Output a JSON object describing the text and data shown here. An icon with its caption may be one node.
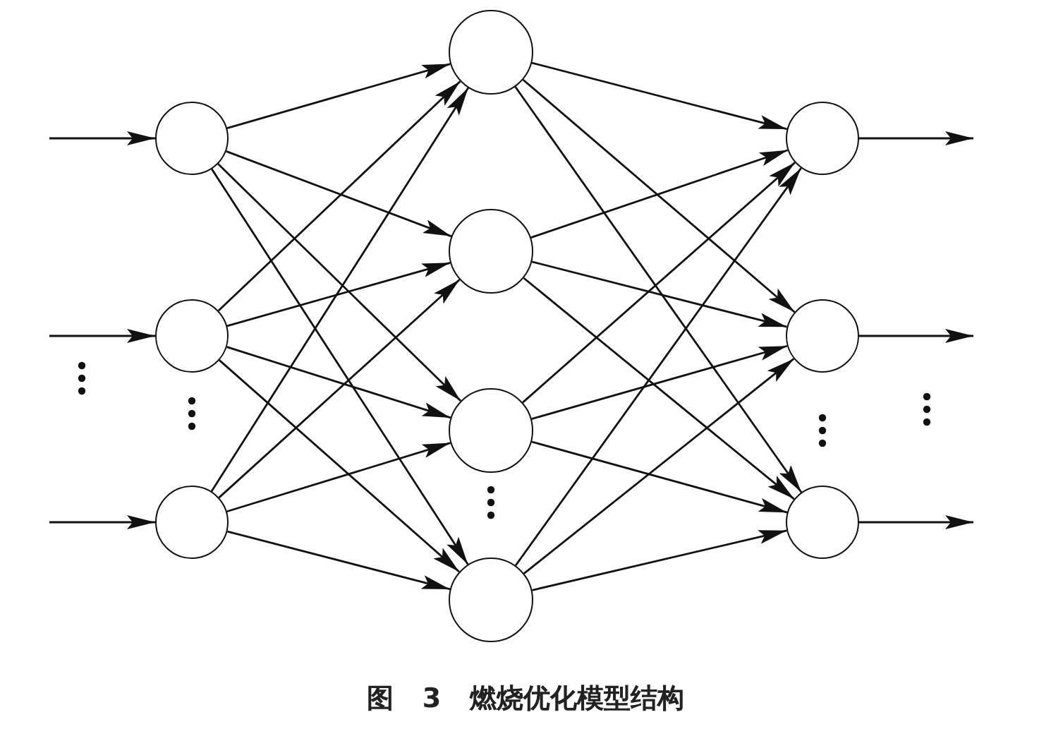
{
  "diagram": {
    "caption": "图 3 燃烧优化模型结构",
    "nodes": [
      {
        "text": [],
        "shape": "circle"
      },
      {
        "text": [],
        "shape": "circle"
      },
      {
        "text": [],
        "shape": "circle"
      },
      {
        "text": [],
        "shape": "circle"
      },
      {
        "text": [],
        "shape": "circle"
      },
      {
        "text": [],
        "shape": "circle"
      },
      {
        "text": [],
        "shape": "circle"
      },
      {
        "text": [],
        "shape": "circle"
      },
      {
        "text": [],
        "shape": "circle"
      },
      {
        "text": [],
        "shape": "circle"
      }
    ],
    "edges": [
      {
        "from": null,
        "to": 0,
        "arrow": "to"
      },
      {
        "from": null,
        "to": 1,
        "arrow": "to"
      },
      {
        "from": null,
        "to": 2,
        "arrow": "to"
      },
      {
        "from": 0,
        "to": 3,
        "arrow": "to"
      },
      {
        "from": 0,
        "to": 4,
        "arrow": "to"
      },
      {
        "from": 0,
        "to": 5,
        "arrow": "to"
      },
      {
        "from": 0,
        "to": 6,
        "arrow": "to"
      },
      {
        "from": 1,
        "to": 3,
        "arrow": "to"
      },
      {
        "from": 1,
        "to": 4,
        "arrow": "to"
      },
      {
        "from": 1,
        "to": 5,
        "arrow": "to"
      },
      {
        "from": 1,
        "to": 6,
        "arrow": "to"
      },
      {
        "from": 2,
        "to": 3,
        "arrow": "to"
      },
      {
        "from": 2,
        "to": 4,
        "arrow": "to"
      },
      {
        "from": 2,
        "to": 5,
        "arrow": "to"
      },
      {
        "from": 2,
        "to": 6,
        "arrow": "to"
      },
      {
        "from": 3,
        "to": 7,
        "arrow": "to"
      },
      {
        "from": 3,
        "to": 8,
        "arrow": "to"
      },
      {
        "from": 3,
        "to": 9,
        "arrow": "to"
      },
      {
        "from": 4,
        "to": 7,
        "arrow": "to"
      },
      {
        "from": 4,
        "to": 8,
        "arrow": "to"
      },
      {
        "from": 4,
        "to": 9,
        "arrow": "to"
      },
      {
        "from": 5,
        "to": 7,
        "arrow": "to"
      },
      {
        "from": 5,
        "to": 8,
        "arrow": "to"
      },
      {
        "from": 5,
        "to": 9,
        "arrow": "to"
      },
      {
        "from": 6,
        "to": 7,
        "arrow": "to"
      },
      {
        "from": 6,
        "to": 8,
        "arrow": "to"
      },
      {
        "from": 6,
        "to": 9,
        "arrow": "to"
      },
      {
        "from": 7,
        "to": null,
        "arrow": "to"
      },
      {
        "from": 8,
        "to": null,
        "arrow": "to"
      },
      {
        "from": 9,
        "to": null,
        "arrow": "to"
      }
    ]
  }
}
